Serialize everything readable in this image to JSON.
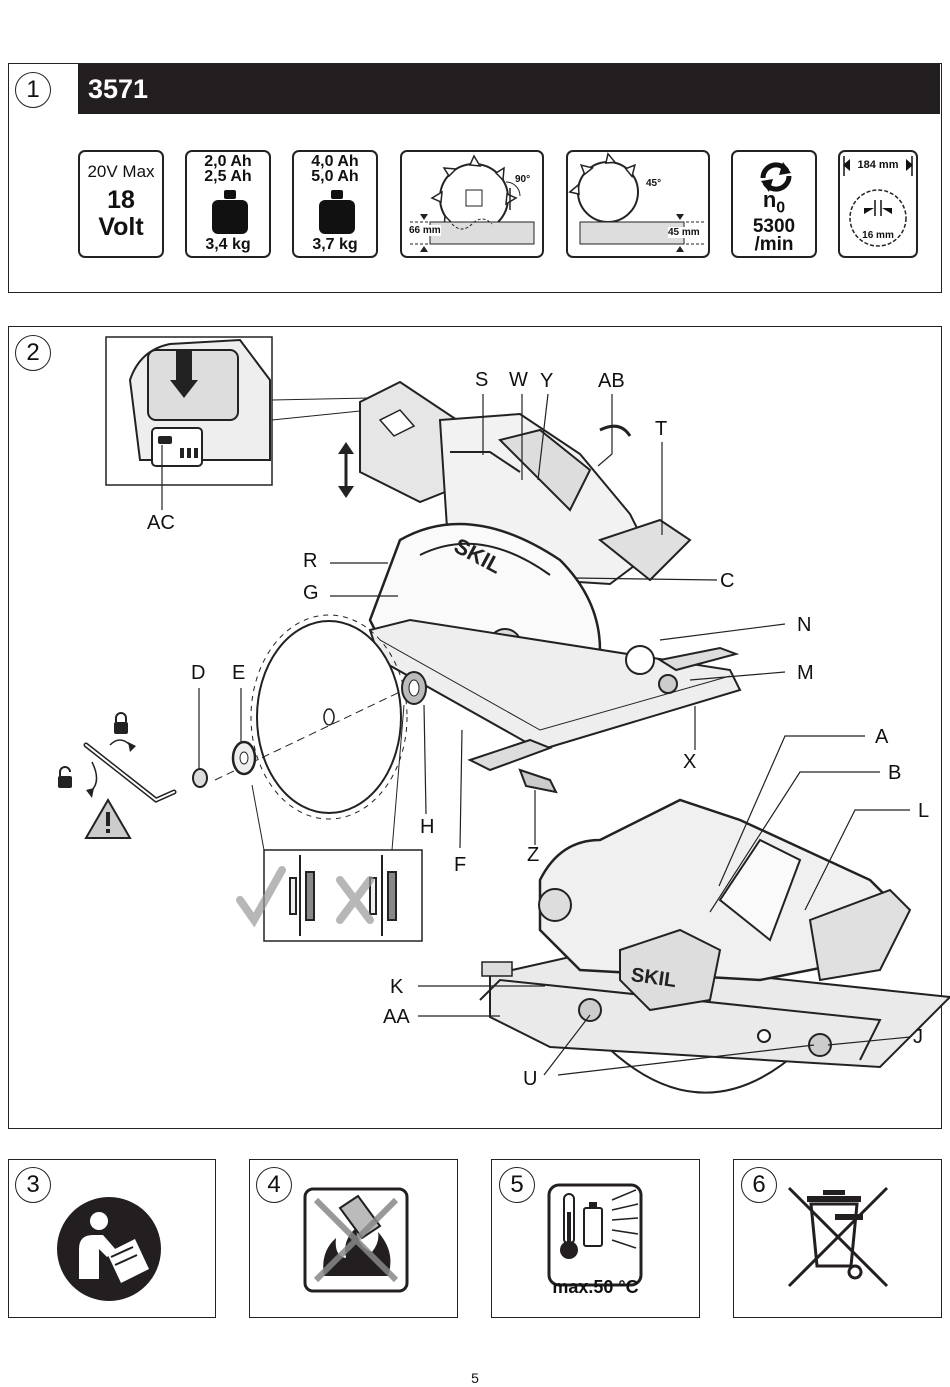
{
  "panel1": {
    "number": "1",
    "model": "3571",
    "specs": {
      "voltage_top": "20V Max",
      "voltage_num": "18",
      "voltage_unit": "Volt",
      "battery_a_line1": "2,0 Ah",
      "battery_a_line2": "2,5 Ah",
      "weight_a": "3,4 kg",
      "battery_b_line1": "4,0 Ah",
      "battery_b_line2": "5,0 Ah",
      "weight_b": "3,7 kg",
      "angle_90": "90°",
      "depth_90": "66 mm",
      "angle_45": "45°",
      "depth_45": "45 mm",
      "speed_symbol": "n",
      "speed_sub": "0",
      "speed_value": "5300",
      "speed_unit": "/min",
      "blade_diameter": "184 mm",
      "bore_diameter": "16 mm"
    }
  },
  "panel2": {
    "number": "2",
    "labels": {
      "S": "S",
      "W": "W",
      "Y": "Y",
      "AB": "AB",
      "T": "T",
      "AC": "AC",
      "R": "R",
      "G": "G",
      "C": "C",
      "N": "N",
      "M": "M",
      "D": "D",
      "E": "E",
      "X": "X",
      "A": "A",
      "B": "B",
      "L": "L",
      "H": "H",
      "F": "F",
      "Z": "Z",
      "K": "K",
      "AA": "AA",
      "J": "J",
      "U": "U"
    },
    "saw_logo": "SKIL",
    "icons": [
      "lock-icon",
      "unlock-icon",
      "warning-icon"
    ]
  },
  "panel3": {
    "number": "3",
    "icon": "read-manual-icon"
  },
  "panel4": {
    "number": "4",
    "icon": "no-fire-battery-icon"
  },
  "panel5": {
    "number": "5",
    "icon": "temperature-icon",
    "text": "max.50 °C"
  },
  "panel6": {
    "number": "6",
    "icon": "crossed-bin-icon"
  },
  "page_number": "5"
}
